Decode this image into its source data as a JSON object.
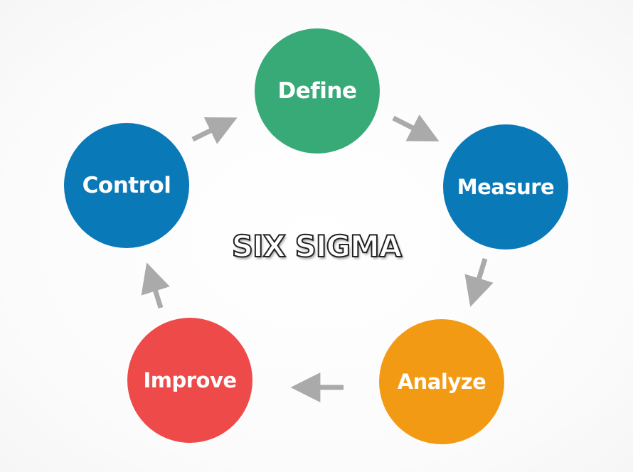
{
  "title": "SIX SIGMA",
  "colors": {
    "define": "#37aa77",
    "measure": "#0a79b8",
    "analyze": "#f29a14",
    "improve": "#ee4a4a",
    "control": "#0a79b8",
    "arrow": "#aaaaaa"
  },
  "nodes": {
    "define": "Define",
    "measure": "Measure",
    "analyze": "Analyze",
    "improve": "Improve",
    "control": "Control"
  }
}
